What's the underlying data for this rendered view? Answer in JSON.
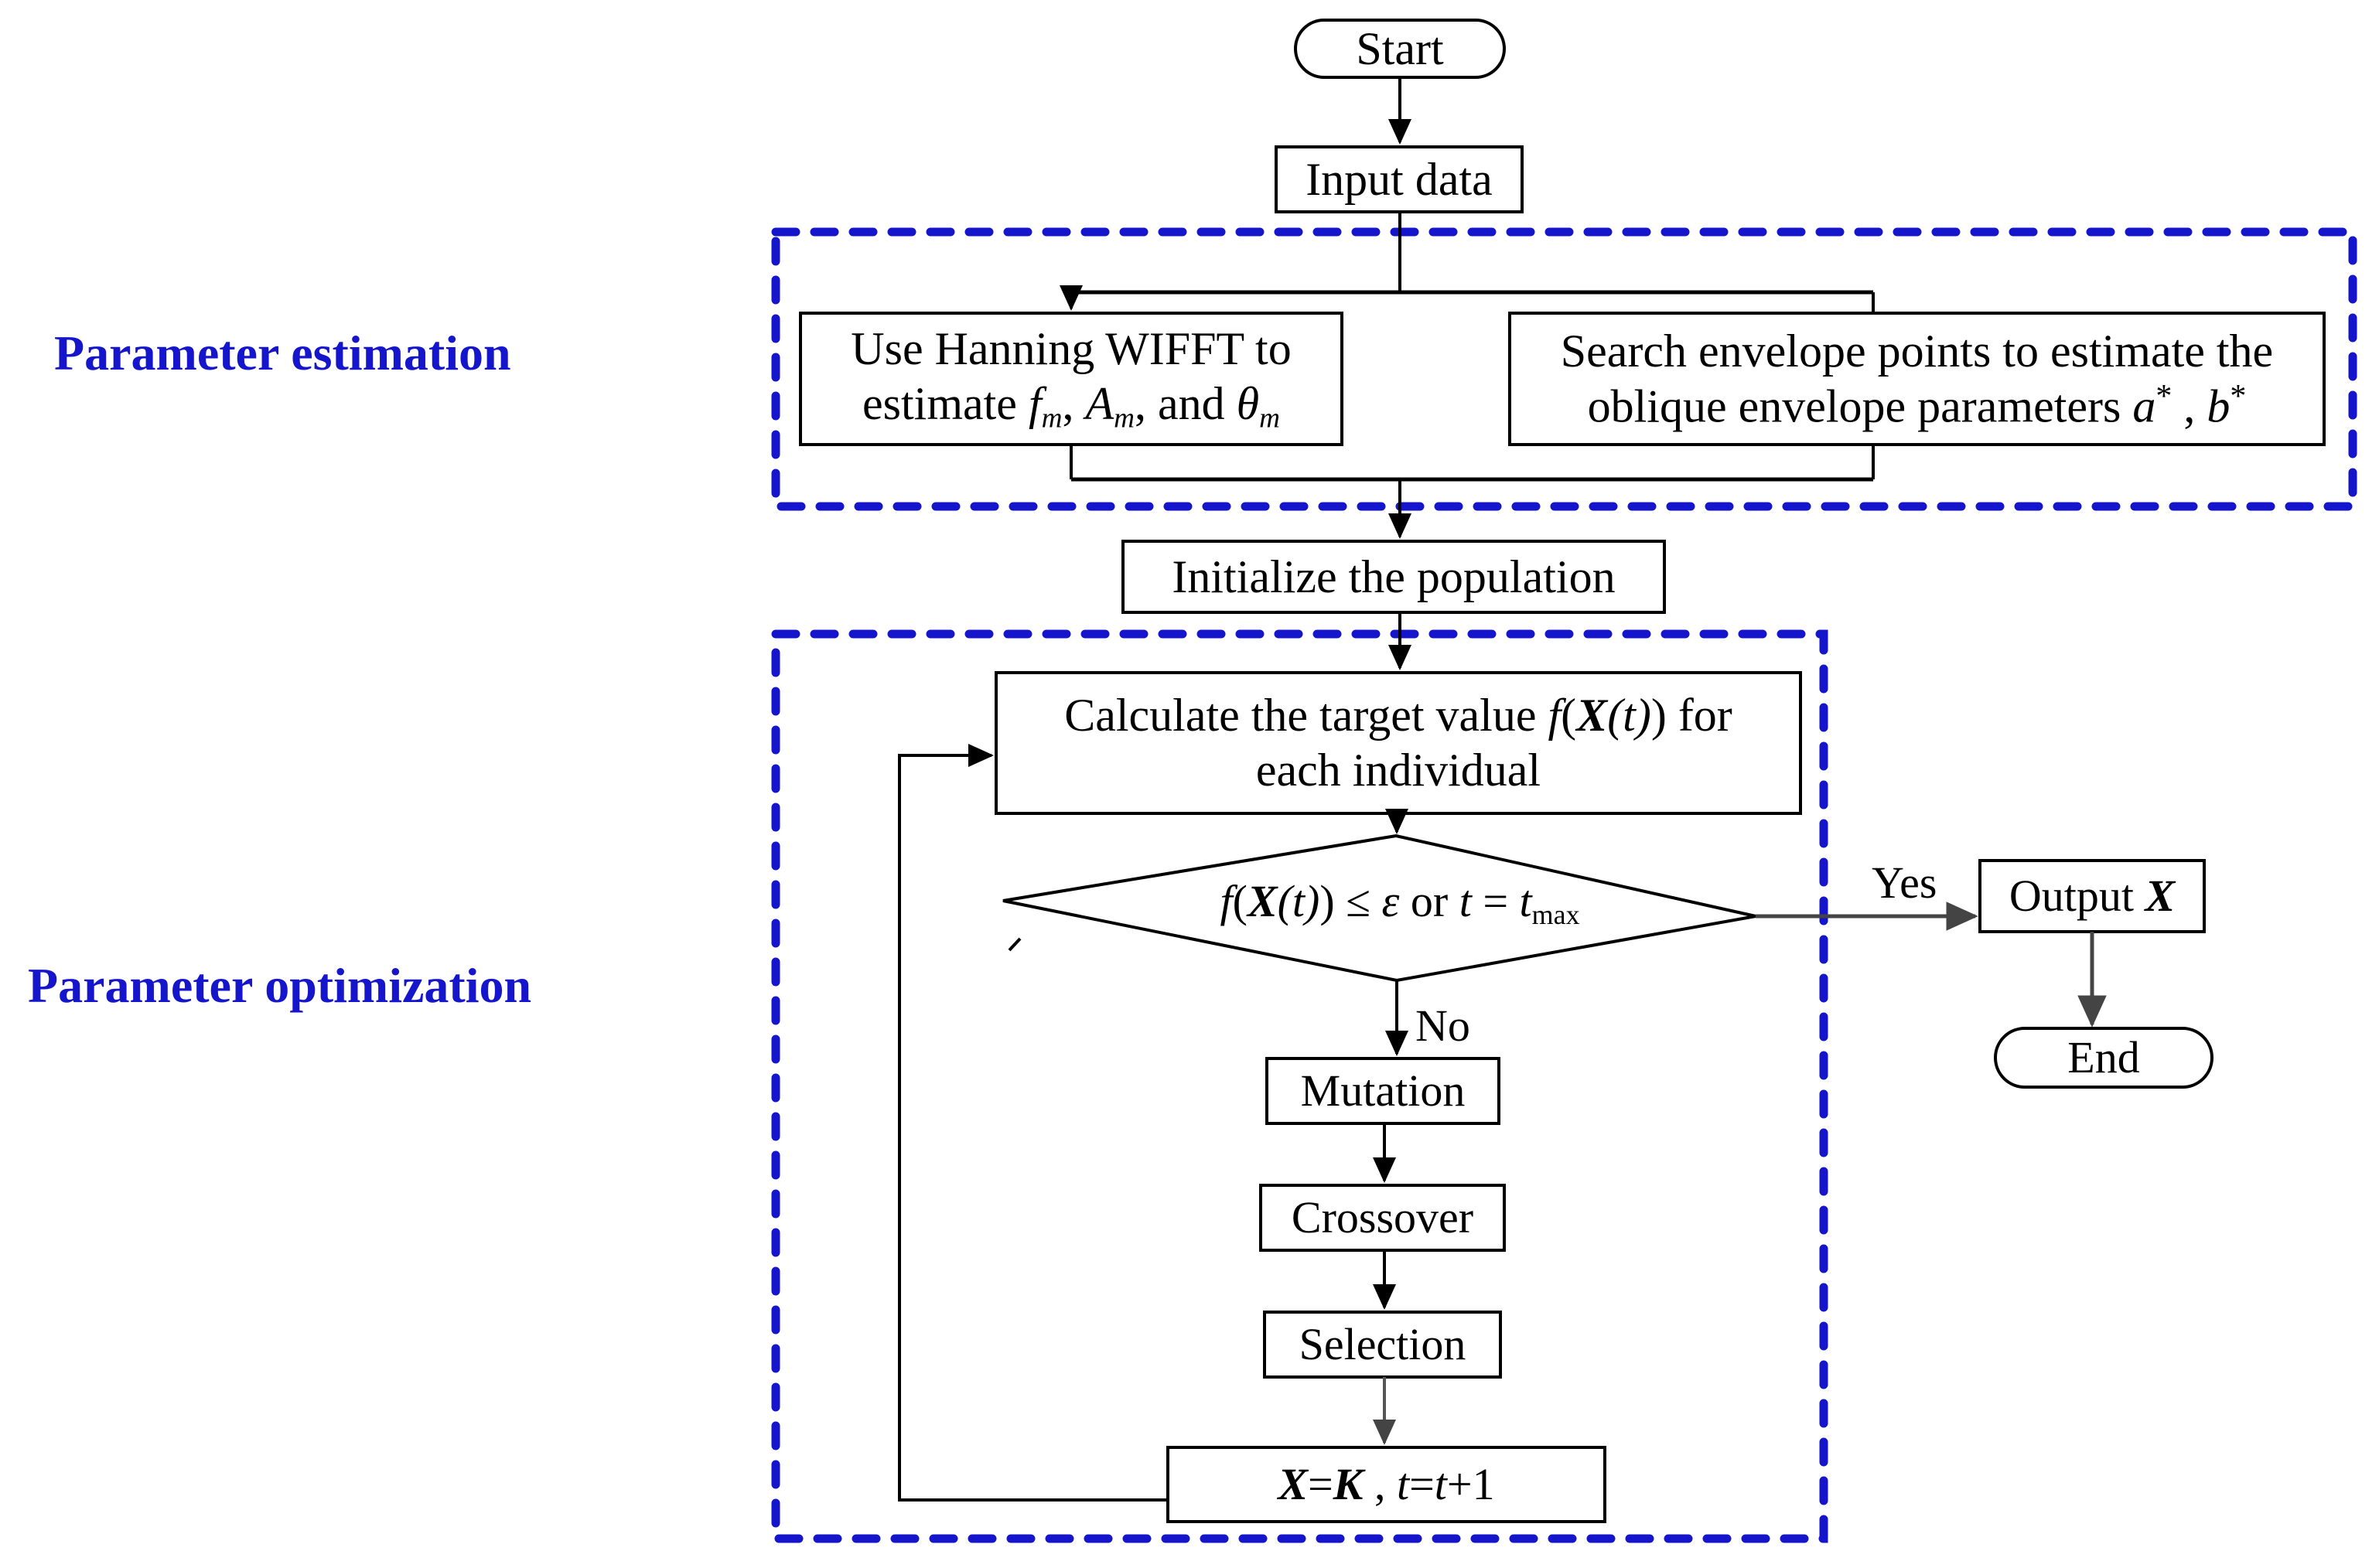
{
  "diagram": {
    "title_absent": true,
    "accent_color": "#1515CC",
    "line_color": "#000000",
    "background": "#ffffff"
  },
  "sections": [
    {
      "id": "parameter-estimation",
      "label": "Parameter estimation"
    },
    {
      "id": "parameter-optimization",
      "label": "Parameter optimization"
    }
  ],
  "nodes": {
    "start": {
      "label": "Start",
      "shape": "terminator"
    },
    "input_data": {
      "label": "Input data",
      "shape": "process"
    },
    "hanning": {
      "shape": "process",
      "line1": "Use Hanning WIFFT to",
      "line2_pre": "estimate ",
      "line2_f": "f",
      "line2_fsub": "m",
      "line2_mid": ", ",
      "line2_a": "A",
      "line2_asub": "m",
      "line2_and": ", and ",
      "line2_theta": "θ",
      "line2_thetasub": "m",
      "plain": "Use Hanning WIFFT to estimate fm, Am, and θm"
    },
    "envelope": {
      "shape": "process",
      "line1": "Search envelope points  to estimate the",
      "line2_pre": "oblique envelope parameters ",
      "line2_a": "a",
      "line2_star1": "*",
      "line2_comma": " ,  ",
      "line2_b": "b",
      "line2_star2": "*",
      "plain": "Search envelope points to estimate the oblique envelope parameters a*, b*"
    },
    "initialize": {
      "label": "Initialize the population",
      "shape": "process"
    },
    "calculate": {
      "shape": "process",
      "line1_pre": "Calculate the target value  ",
      "line1_f": "f",
      "line1_open": "(",
      "line1_X": "X",
      "line1_t": "(t)",
      "line1_close": ")",
      "line1_post": " for",
      "line2": "each individual",
      "plain": "Calculate the target value f(X(t)) for each individual"
    },
    "decision": {
      "shape": "decision",
      "f": "f",
      "X": "X",
      "t": "(t)",
      "le": " ≤  ",
      "eps": "ε",
      "or": "  or ",
      "tt": "t",
      "eq": " = ",
      "tmax": "t",
      "tmax_sub": "max",
      "plain": "f(X(t)) ≤ ε or t = tmax"
    },
    "mutation": {
      "label": "Mutation",
      "shape": "process"
    },
    "crossover": {
      "label": "Crossover",
      "shape": "process"
    },
    "selection": {
      "label": "Selection",
      "shape": "process"
    },
    "update": {
      "shape": "process",
      "X": "X",
      "eq1": "=",
      "K": "K",
      "comma": " , ",
      "t1": "t",
      "eq2": "=",
      "t2": "t",
      "plus": "+1",
      "plain": "X=K , t=t+1"
    },
    "output": {
      "shape": "process",
      "label_pre": "Output  ",
      "label_X": "X",
      "plain": "Output X"
    },
    "end": {
      "label": "End",
      "shape": "terminator"
    }
  },
  "edge_labels": {
    "yes": "Yes",
    "no": "No"
  }
}
